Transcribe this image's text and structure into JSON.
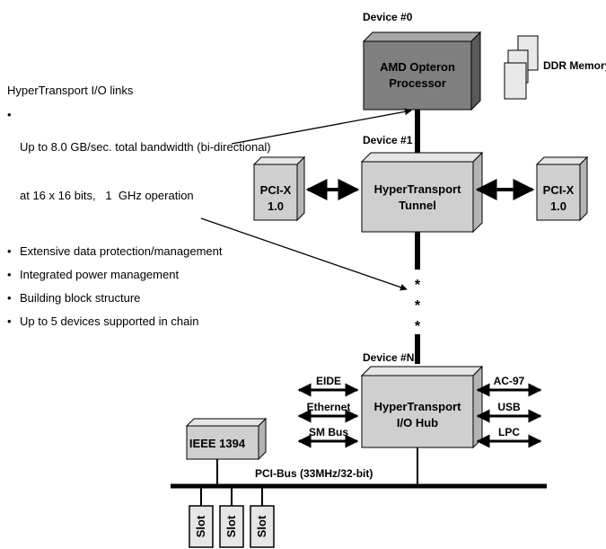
{
  "devices": {
    "d0": "Device #0",
    "d1": "Device #1",
    "dn": "Device #N"
  },
  "boxes": {
    "cpu_line1": "AMD Opteron",
    "cpu_line2": "Processor",
    "memory": "DDR Memory",
    "tunnel_line1": "HyperTransport",
    "tunnel_line2": "Tunnel",
    "pcix_left_line1": "PCI-X",
    "pcix_left_line2": "1.0",
    "pcix_right_line1": "PCI-X",
    "pcix_right_line2": "1.0",
    "hub_line1": "HyperTransport",
    "hub_line2": "I/O Hub",
    "ieee": "IEEE 1394"
  },
  "hub_links": {
    "left": [
      "EIDE",
      "Ethernet",
      "SM Bus"
    ],
    "right": [
      "AC-97",
      "USB",
      "LPC"
    ]
  },
  "bus": {
    "label": "PCI-Bus (33MHz/32-bit)",
    "slots": [
      "Slot",
      "Slot",
      "Slot"
    ]
  },
  "ellipsis": "*",
  "features": {
    "title": "HyperTransport I/O links",
    "bullet": "•",
    "items": [
      {
        "line1": "Up to 8.0 GB/sec. total bandwidth (bi-directional)",
        "line2": "at 16 x 16 bits,   1  GHz operation"
      },
      {
        "line1": "Extensive data protection/management",
        "line2": ""
      },
      {
        "line1": "Integrated power management",
        "line2": ""
      },
      {
        "line1": "Building block structure",
        "line2": ""
      },
      {
        "line1": "Up to 5 devices supported in chain",
        "line2": ""
      }
    ]
  },
  "colors": {
    "cpu_front": "#7f7f7f",
    "cpu_top": "#a8a8a8",
    "cpu_side": "#5a5a5a",
    "box_front": "#cfcfcf",
    "box_top": "#e6e6e6",
    "box_side": "#b4b4b4"
  }
}
